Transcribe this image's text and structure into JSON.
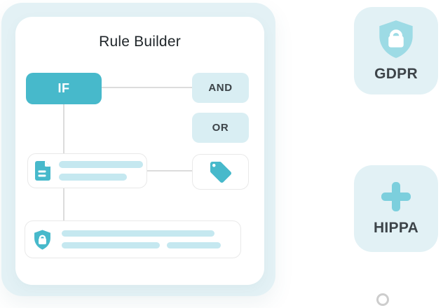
{
  "rule_builder": {
    "title": "Rule Builder",
    "if_label": "IF",
    "and_label": "AND",
    "or_label": "OR",
    "icons": [
      "document-icon",
      "tag-icon",
      "shield-lock-icon"
    ]
  },
  "badges": [
    {
      "label": "GDPR",
      "icon": "shield-lock-icon"
    },
    {
      "label": "HIPPA",
      "icon": "plus-icon"
    }
  ],
  "colors": {
    "teal": "#47b9cb",
    "teal_light": "#9ddbe5",
    "teal_plus": "#7ccfdd",
    "bar": "#c5e8f0",
    "chip_bg": "#d9eef3",
    "mint": "#e3f1f5",
    "badge_bg": "#e2f1f5",
    "line": "#dcdcdc",
    "border": "#e9e9e9",
    "text_dark": "#3d4449",
    "title": "#20262a",
    "ring": "#cdcdcd"
  }
}
